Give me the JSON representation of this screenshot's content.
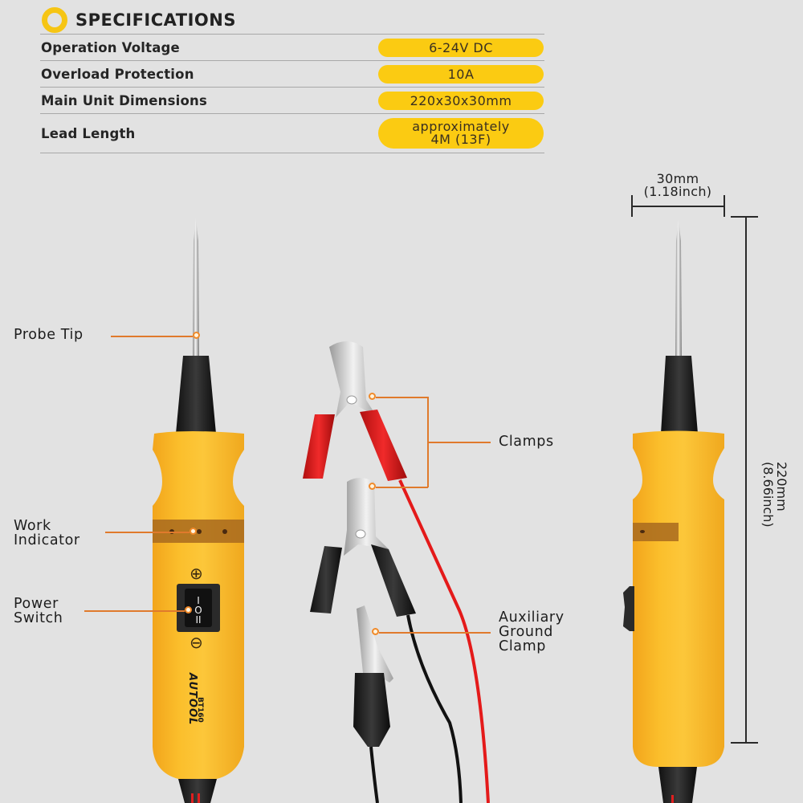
{
  "specifications": {
    "title": "SPECIFICATIONS",
    "icon": "ring-icon",
    "rows": [
      {
        "label": "Operation Voltage",
        "value": "6-24V DC"
      },
      {
        "label": "Overload Protection",
        "value": "10A"
      },
      {
        "label": "Main Unit Dimensions",
        "value": "220x30x30mm"
      },
      {
        "label": "Lead Length",
        "value_line1": "approximately",
        "value_line2": "4M (13F)"
      }
    ]
  },
  "callouts": {
    "probe_tip": "Probe Tip",
    "work_indicator_line1": "Work",
    "work_indicator_line2": "Indicator",
    "power_switch_line1": "Power",
    "power_switch_line2": "Switch",
    "clamps": "Clamps",
    "aux_line1": "Auxiliary",
    "aux_line2": "Ground",
    "aux_line3": "Clamp"
  },
  "device": {
    "brand": "AUTOOL",
    "model": "BT160",
    "plus_symbol": "⊕",
    "minus_symbol": "⊖"
  },
  "dimensions": {
    "width_mm": "30mm",
    "width_inch": "(1.18inch)",
    "height_mm": "220mm",
    "height_inch": "(8.66inch)"
  },
  "colors": {
    "accent_yellow": "#fbcb12",
    "body_yellow": "#f7b526",
    "leader_orange": "#e07a2c",
    "background": "#e2e2e2",
    "clamp_red": "#e01f1f"
  }
}
